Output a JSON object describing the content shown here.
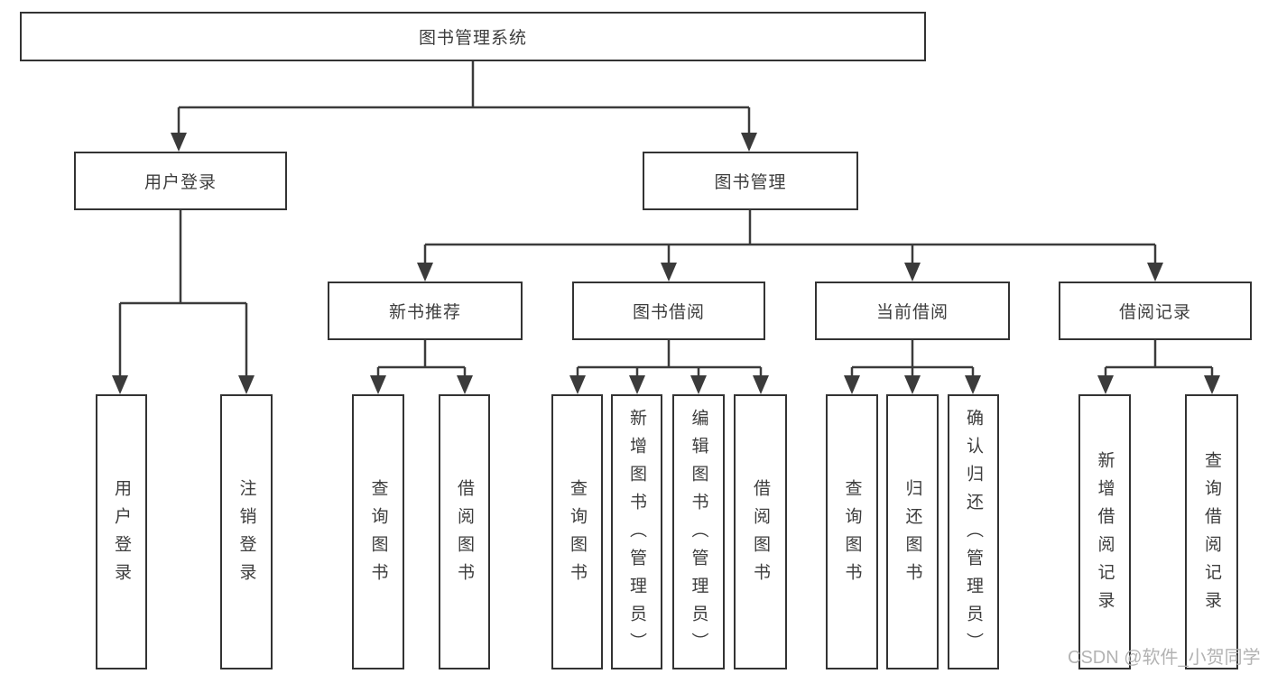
{
  "diagram": {
    "root": "图书管理系统",
    "branches": [
      {
        "label": "用户登录",
        "children": [
          "用户登录",
          "注销登录"
        ]
      },
      {
        "label": "图书管理",
        "children": [
          {
            "label": "新书推荐",
            "children": [
              "查询图书",
              "借阅图书"
            ]
          },
          {
            "label": "图书借阅",
            "children": [
              "查询图书",
              "新增图书（管理员）",
              "编辑图书（管理员）",
              "借阅图书"
            ]
          },
          {
            "label": "当前借阅",
            "children": [
              "查询图书",
              "归还图书",
              "确认归还（管理员）"
            ]
          },
          {
            "label": "借阅记录",
            "children": [
              "新增借阅记录",
              "查询借阅记录"
            ]
          }
        ]
      }
    ]
  },
  "watermark": "CSDN @软件_小贺同学",
  "colors": {
    "line": "#3b3b3b",
    "text": "#3d3d3d",
    "background": "#ffffff",
    "watermark": "#b3b3b3"
  }
}
